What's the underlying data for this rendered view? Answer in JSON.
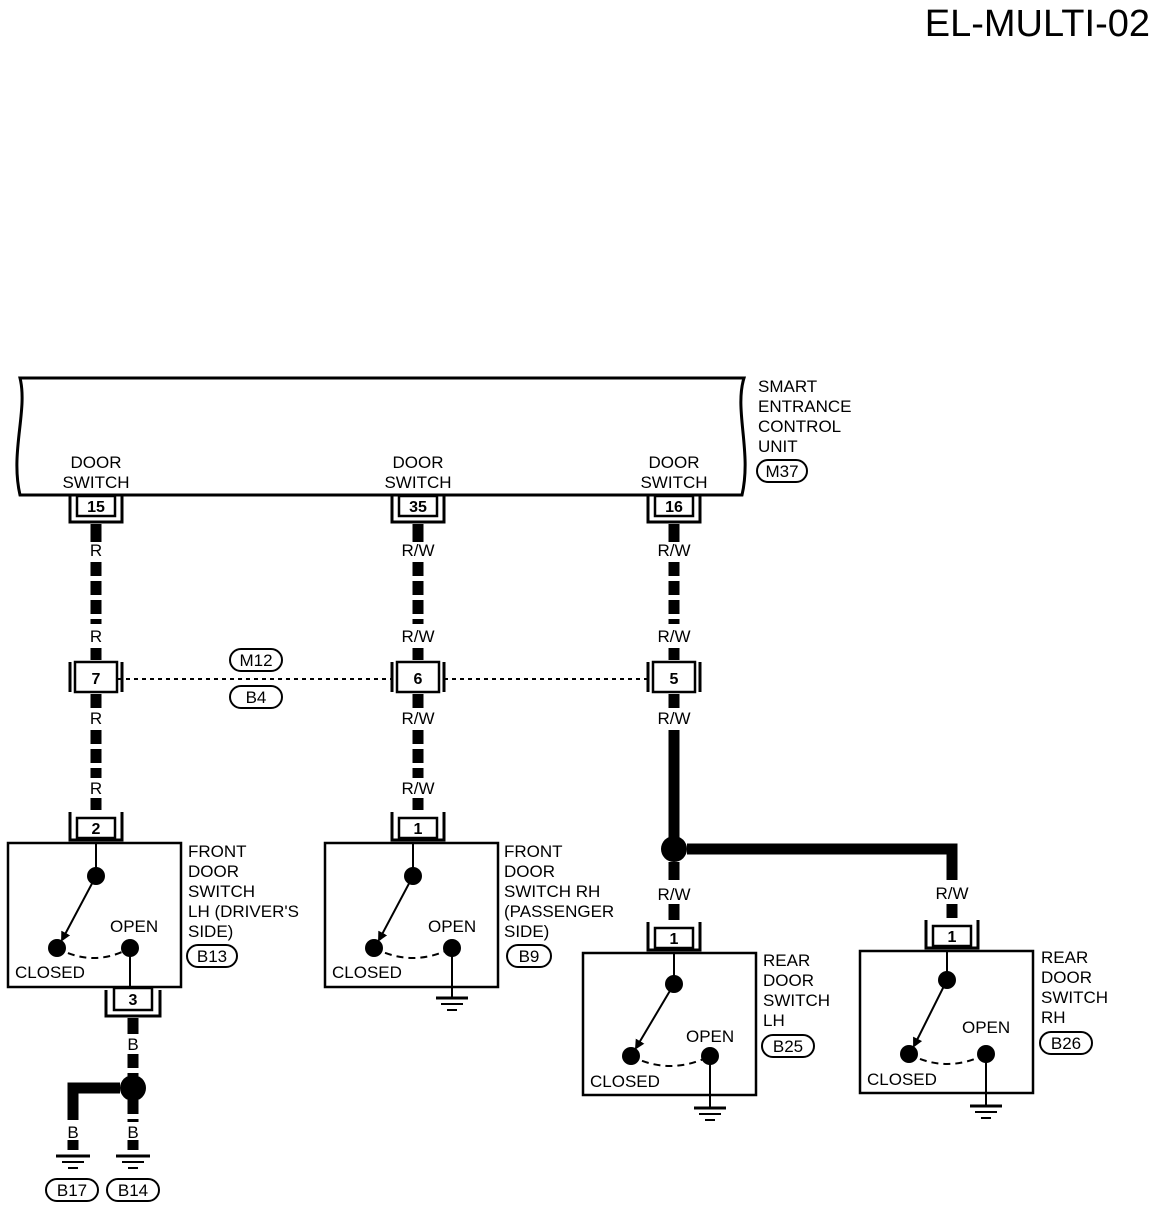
{
  "page_id": "EL-MULTI-02",
  "control_unit": {
    "name_lines": [
      "SMART",
      "ENTRANCE",
      "CONTROL",
      "UNIT"
    ],
    "connector": "M37",
    "terminals": [
      {
        "label_lines": [
          "DOOR",
          "SWITCH"
        ],
        "pin": "15"
      },
      {
        "label_lines": [
          "DOOR",
          "SWITCH"
        ],
        "pin": "35"
      },
      {
        "label_lines": [
          "DOOR",
          "SWITCH"
        ],
        "pin": "16"
      }
    ]
  },
  "joint_connector": {
    "upper": "M12",
    "lower": "B4",
    "pins": [
      "7",
      "6",
      "5"
    ]
  },
  "wire_colors": {
    "w15_upper_top": "R",
    "w15_upper_bottom": "R",
    "w15_lower_top": "R",
    "w15_lower_bottom": "R",
    "w35_upper_top": "R/W",
    "w35_upper_bottom": "R/W",
    "w35_lower_top": "R/W",
    "w35_lower_bottom": "R/W",
    "w16_upper_top": "R/W",
    "w16_upper_bottom": "R/W",
    "w16_lower_top": "R/W",
    "rear_lh": "R/W",
    "rear_rh": "R/W",
    "ground_main": "B",
    "ground_left": "B",
    "ground_right": "B"
  },
  "switches": [
    {
      "id": "front-lh",
      "name_lines": [
        "FRONT",
        "DOOR",
        "SWITCH",
        "LH (DRIVER'S",
        "SIDE)"
      ],
      "connector": "B13",
      "pin_top": "2",
      "pin_bottom": "3",
      "open": "OPEN",
      "closed": "CLOSED"
    },
    {
      "id": "front-rh",
      "name_lines": [
        "FRONT",
        "DOOR",
        "SWITCH RH",
        "(PASSENGER",
        "SIDE)"
      ],
      "connector": "B9",
      "pin_top": "1",
      "open": "OPEN",
      "closed": "CLOSED"
    },
    {
      "id": "rear-lh",
      "name_lines": [
        "REAR",
        "DOOR",
        "SWITCH",
        "LH"
      ],
      "connector": "B25",
      "pin_top": "1",
      "open": "OPEN",
      "closed": "CLOSED"
    },
    {
      "id": "rear-rh",
      "name_lines": [
        "REAR",
        "DOOR",
        "SWITCH",
        "RH"
      ],
      "connector": "B26",
      "pin_top": "1",
      "open": "OPEN",
      "closed": "CLOSED"
    }
  ],
  "grounds": [
    "B17",
    "B14"
  ]
}
